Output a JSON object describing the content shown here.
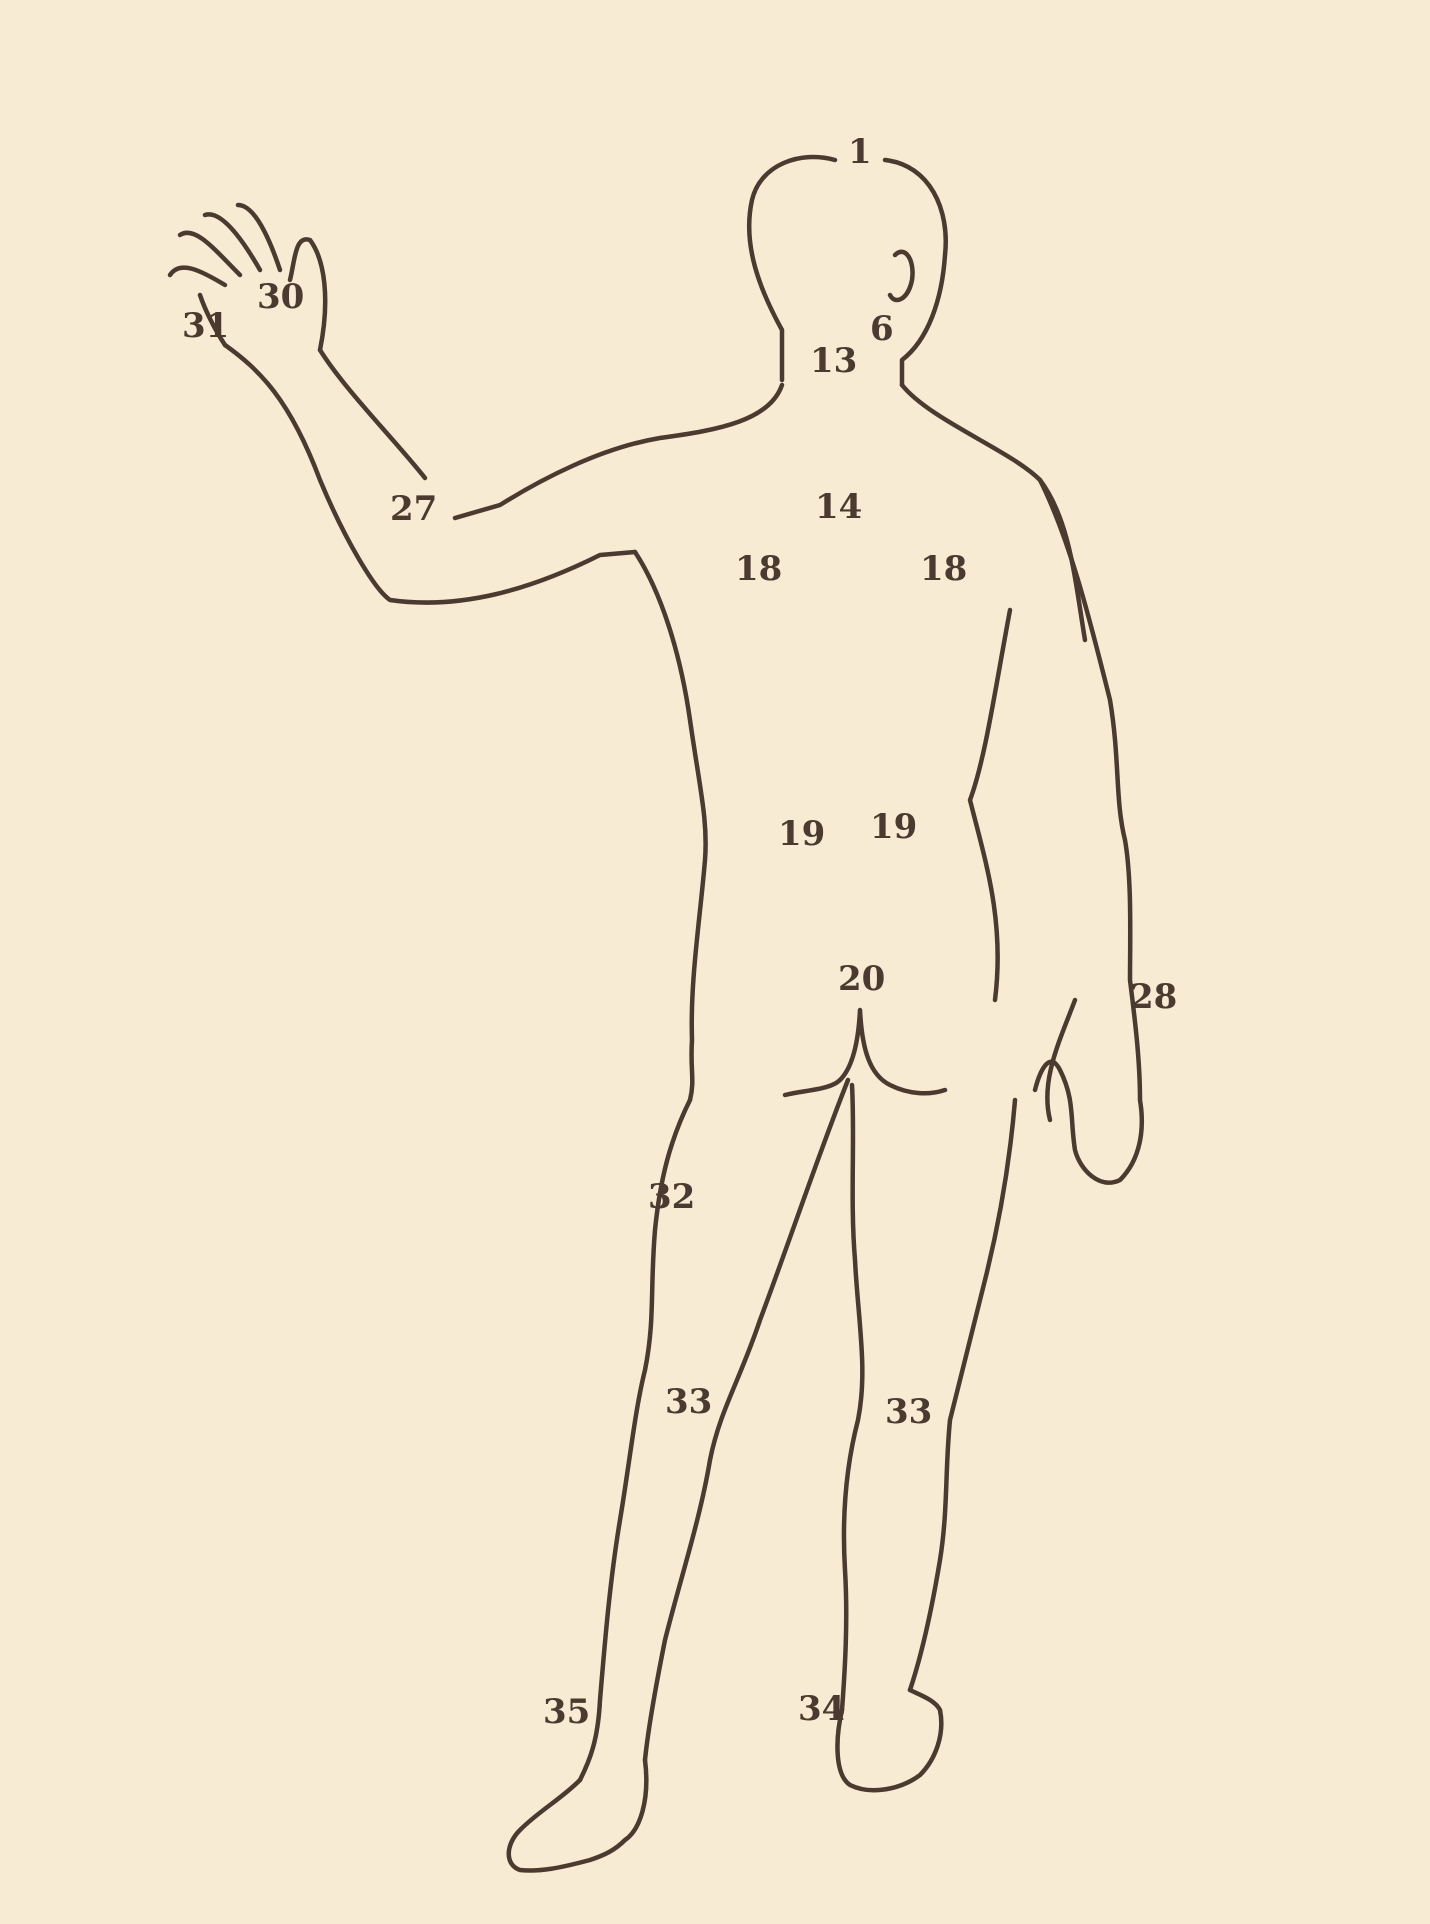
{
  "diagram": {
    "ink_color": "#4a3a30",
    "paper_color": "#f7ebd3",
    "labels": [
      "1",
      "6",
      "13",
      "14",
      "18",
      "18",
      "19",
      "19",
      "20",
      "27",
      "28",
      "30",
      "31",
      "32",
      "33",
      "33",
      "34",
      "35"
    ]
  }
}
